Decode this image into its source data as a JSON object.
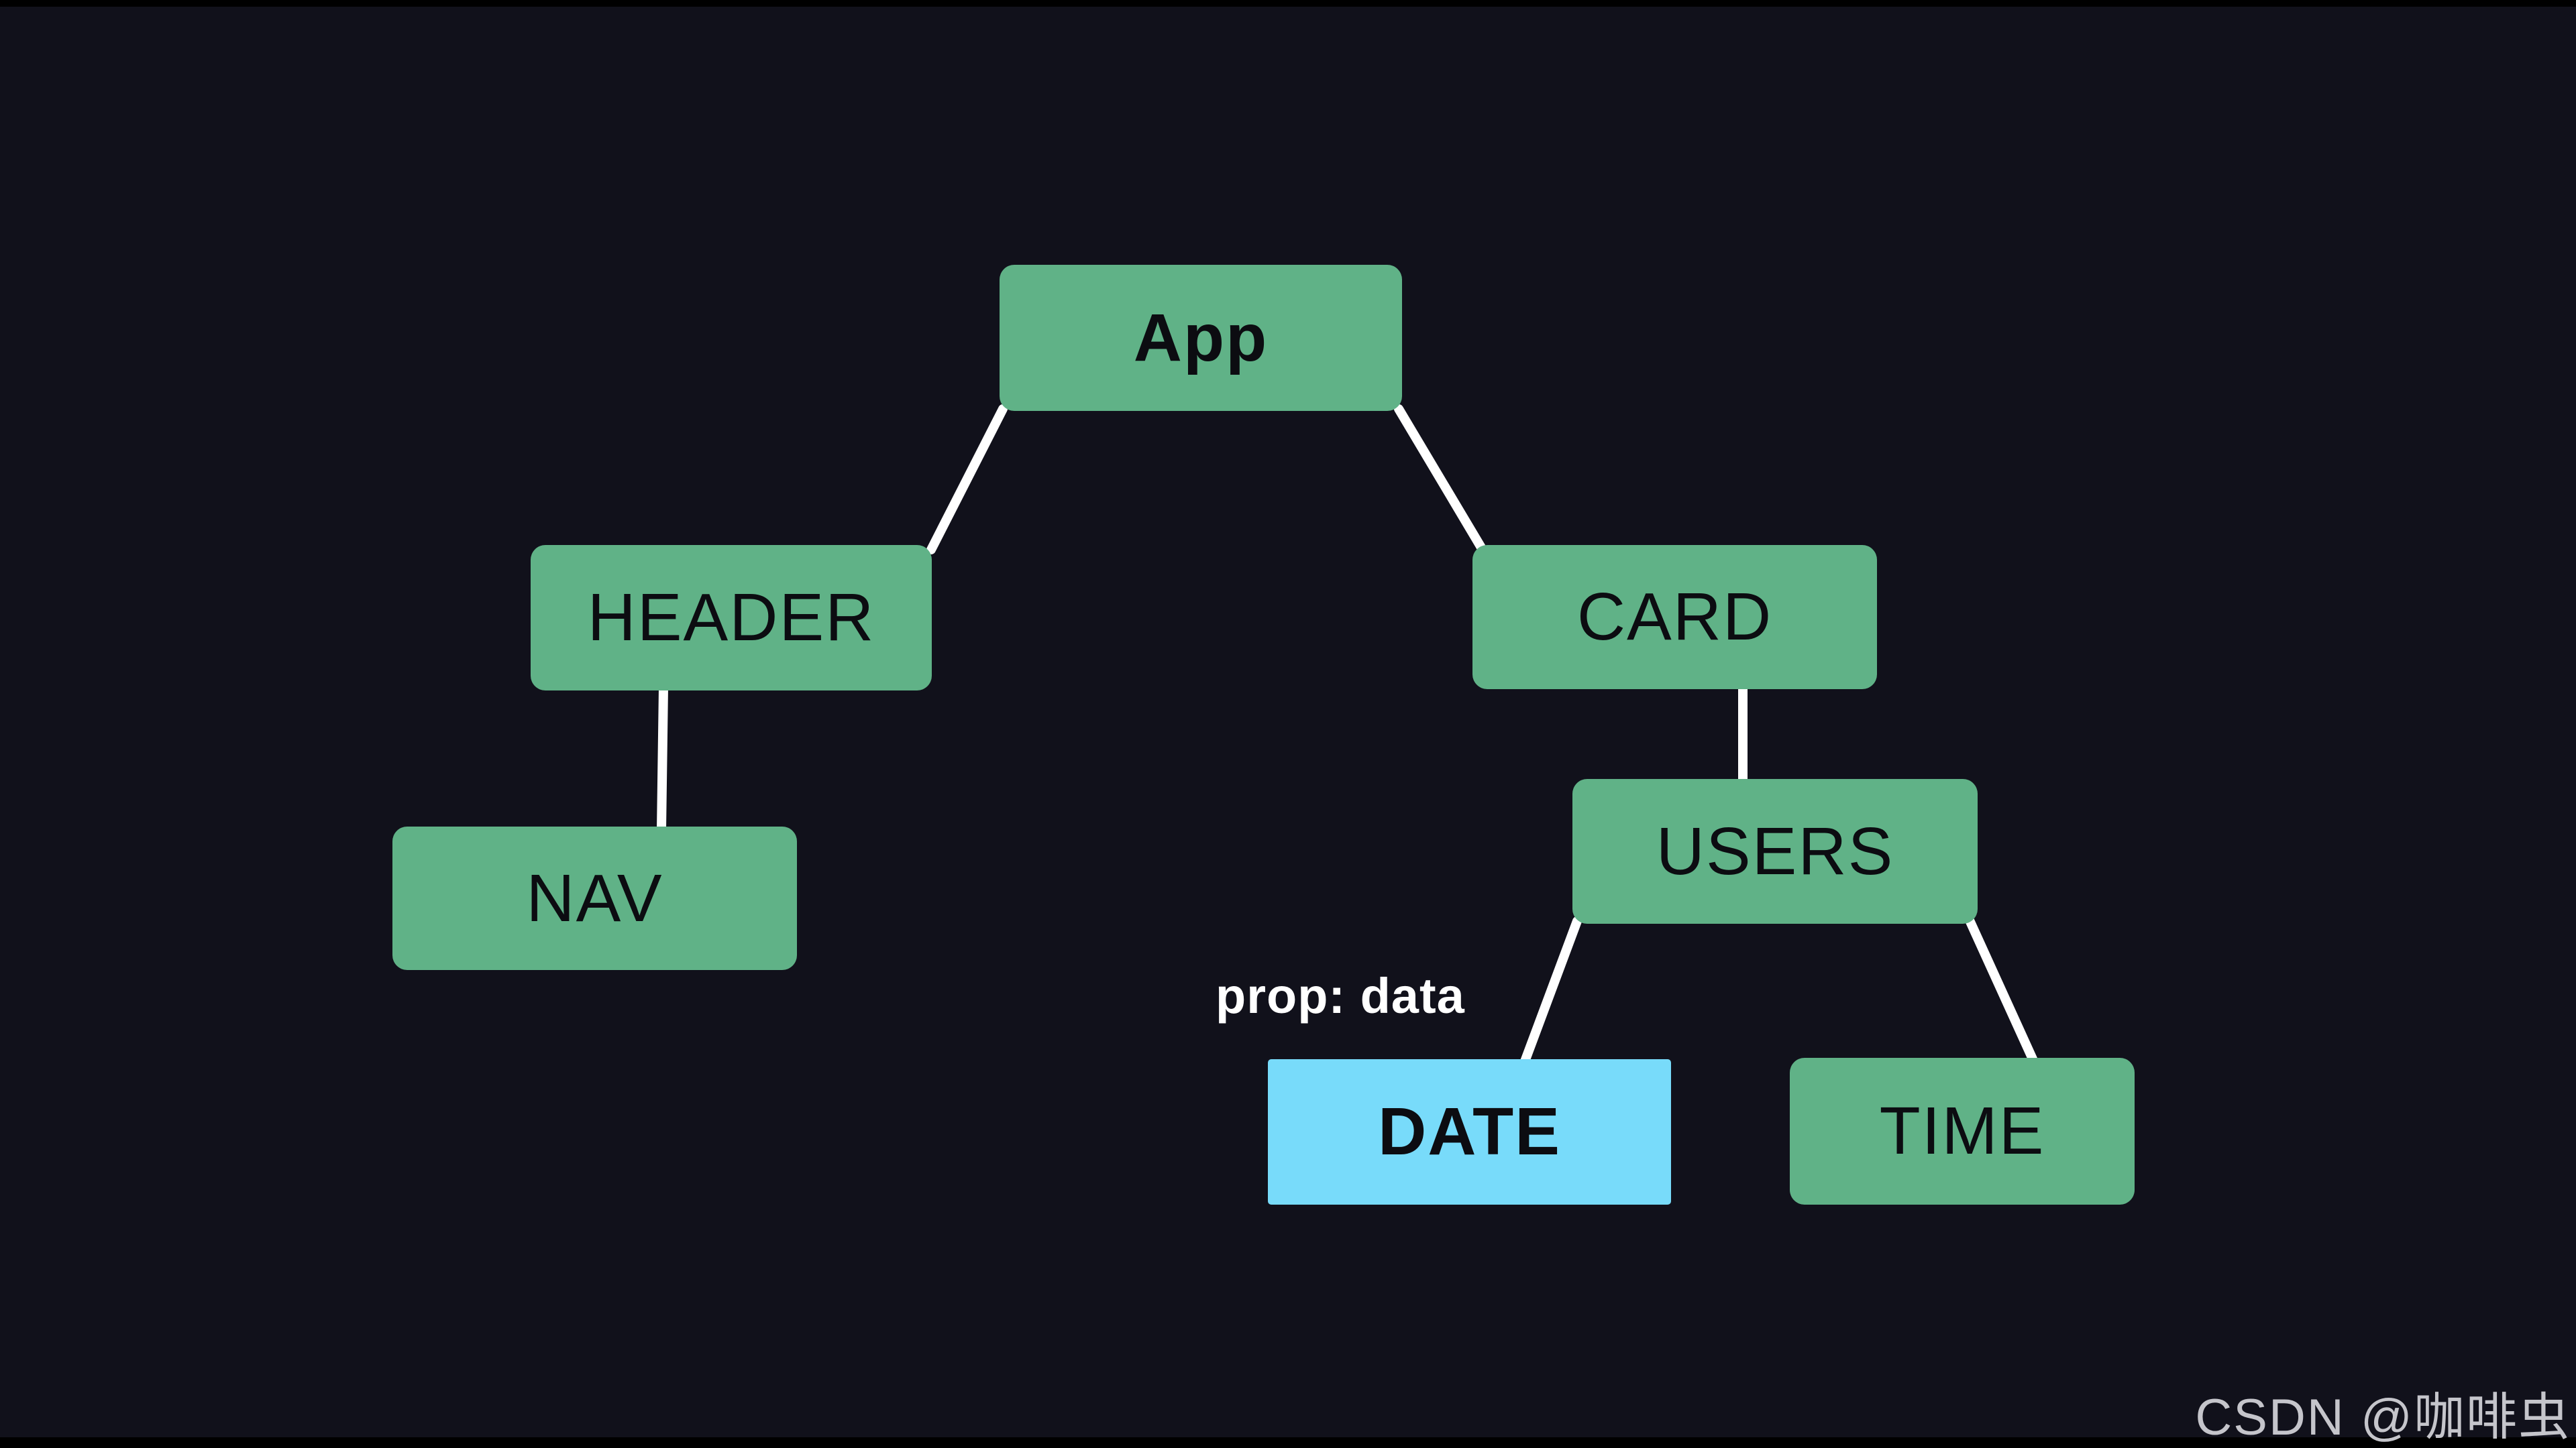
{
  "page": {
    "background_color": "#11111b",
    "letterbox_color": "#000000"
  },
  "colors": {
    "node_green": "#60b287",
    "node_blue": "#78dbfa",
    "node_text": "#0c0c11",
    "edge_line": "#ffffff",
    "annotation_text": "#ffffff",
    "watermark_text": "#c5c5cb"
  },
  "diagram": {
    "type": "component-tree",
    "nodes": {
      "app": {
        "label": "App",
        "color": "#60b287",
        "emphasis": "bold"
      },
      "header": {
        "label": "HEADER",
        "color": "#60b287",
        "emphasis": "regular"
      },
      "card": {
        "label": "CARD",
        "color": "#60b287",
        "emphasis": "regular"
      },
      "nav": {
        "label": "NAV",
        "color": "#60b287",
        "emphasis": "regular"
      },
      "users": {
        "label": "USERS",
        "color": "#60b287",
        "emphasis": "regular"
      },
      "date": {
        "label": "DATE",
        "color": "#78dbfa",
        "emphasis": "bold"
      },
      "time": {
        "label": "TIME",
        "color": "#60b287",
        "emphasis": "regular"
      }
    },
    "edges": [
      {
        "from": "App",
        "to": "HEADER"
      },
      {
        "from": "App",
        "to": "CARD"
      },
      {
        "from": "HEADER",
        "to": "NAV"
      },
      {
        "from": "CARD",
        "to": "USERS"
      },
      {
        "from": "USERS",
        "to": "DATE"
      },
      {
        "from": "USERS",
        "to": "TIME"
      }
    ],
    "annotation": {
      "label": "prop: data",
      "target": "DATE"
    }
  },
  "watermark": {
    "text": "CSDN @咖啡虫"
  }
}
